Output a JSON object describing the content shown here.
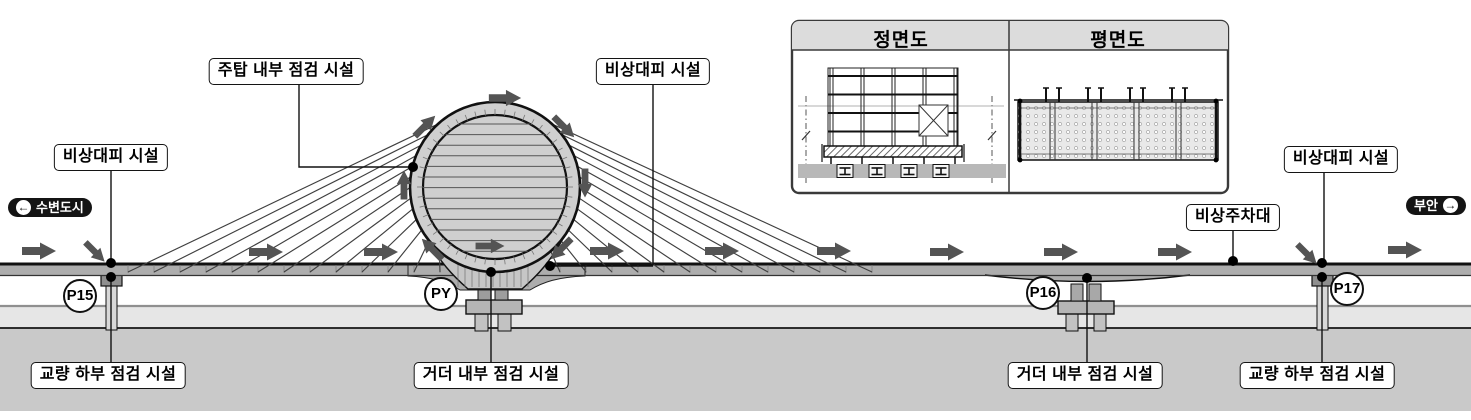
{
  "labels": {
    "pylon_inspection": "주탑 내부 점검 시설",
    "evac_left": "비상대피 시설",
    "evac_center": "비상대피 시설",
    "evac_right": "비상대피 시설",
    "emergency_parking": "비상주차대",
    "girder_center": "거더 내부 점검 시설",
    "girder_right": "거더 내부 점검 시설",
    "underside_left": "교량 하부 점검 시설",
    "underside_right": "교량 하부 점검 시설"
  },
  "piers": {
    "p15": "P15",
    "py": "PY",
    "p16": "P16",
    "p17": "P17"
  },
  "badges": {
    "left": "수변도시",
    "right": "부안",
    "left_arrow": "←",
    "right_arrow": "→"
  },
  "inset": {
    "front_view": "정면도",
    "plan_view": "평면도"
  },
  "colors": {
    "deck": "#adadad",
    "ring": "#cfcfcf",
    "arrow": "#545454",
    "band": "#e6e6e6",
    "ground": "#c9c9c9",
    "line": "#111111",
    "inset_header": "#dcdcdc"
  }
}
